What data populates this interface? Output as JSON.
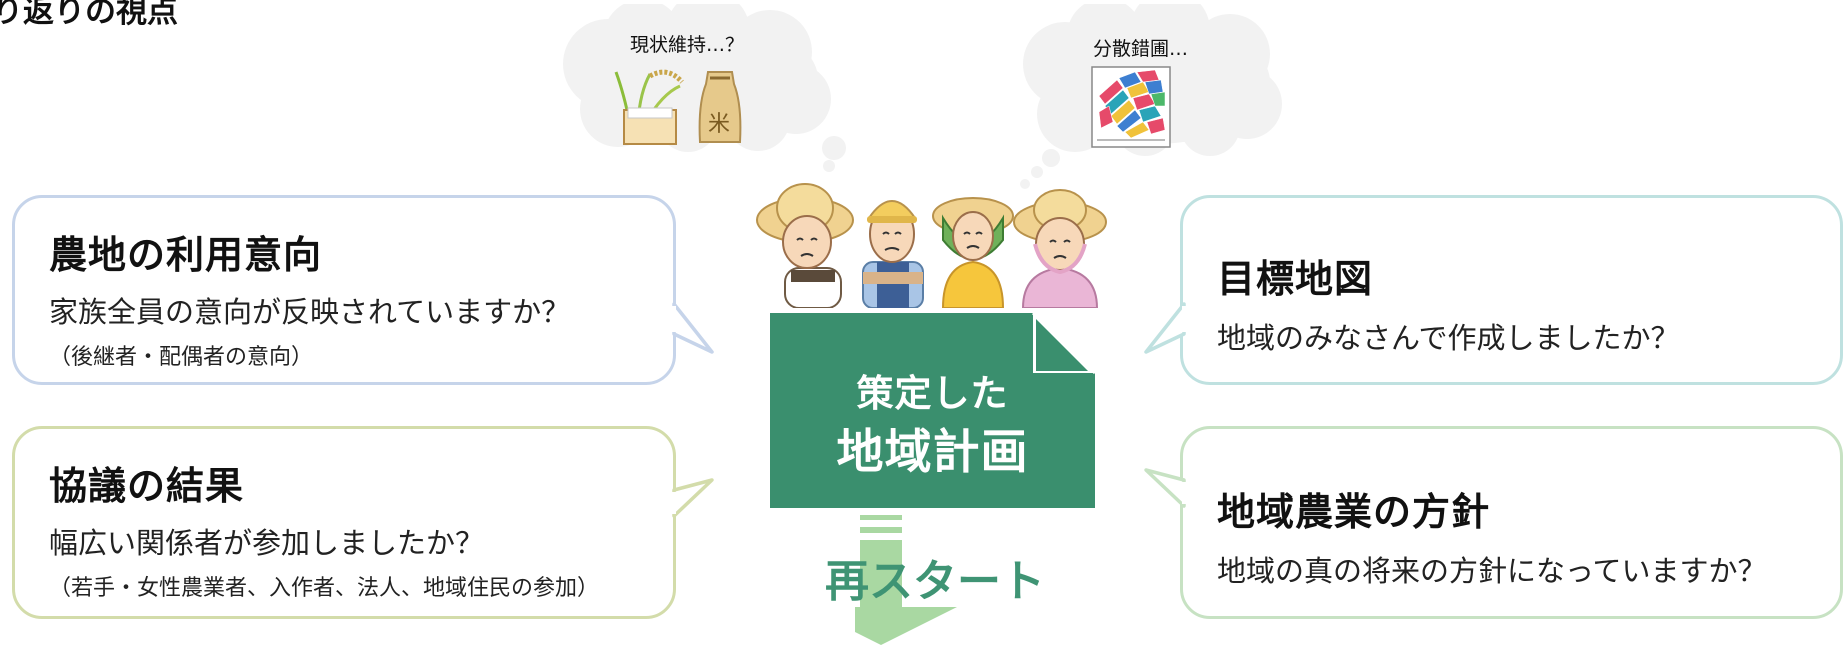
{
  "page_title": "り返りの視点",
  "bubbles": {
    "farmland": {
      "title": "農地の利用意向",
      "question": "家族全員の意向が反映されていますか？",
      "note": "（後継者・配偶者の意向）"
    },
    "result": {
      "title": "協議の結果",
      "question": "幅広い関係者が参加しましたか？",
      "note": "（若手・女性農業者、入作者、法人、地域住民の参加）"
    },
    "target_map": {
      "title": "目標地図",
      "question": "地域のみなさんで作成しましたか？"
    },
    "policy": {
      "title": "地域農業の方針",
      "question": "地域の真の将来の方針になっていますか？"
    }
  },
  "thoughts": {
    "left": "現状維持…？",
    "right": "分散錯圃…"
  },
  "rice_bag_label": "米",
  "center": {
    "line1": "策定した",
    "line2": "地域計画",
    "restart": "再スタート"
  },
  "colors": {
    "doc_green": "#3a8f6e",
    "arrow_green": "#a9d8a2",
    "bubble_blue": "#c6d4ea",
    "bubble_lime": "#d3dcaa",
    "bubble_teal": "#bfe1e0",
    "bubble_green": "#c7e2c3"
  }
}
